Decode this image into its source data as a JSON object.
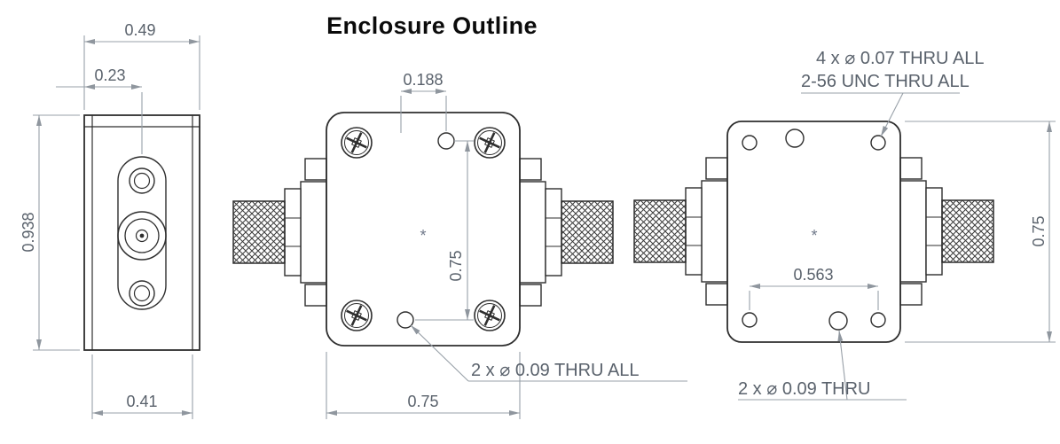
{
  "title": "Enclosure Outline",
  "end_view": {
    "dim_top_width": "0.49",
    "dim_connector_offset": "0.23",
    "dim_height": "0.938",
    "dim_bottom_width": "0.41"
  },
  "front_view": {
    "dim_hole_offset": "0.188",
    "dim_hole_spacing_vertical": "0.75",
    "dim_body_width": "0.75",
    "note_thru_holes": "2 x ⌀ 0.09 THRU ALL",
    "center_mark": "*"
  },
  "back_view": {
    "note_tapped_holes_line1": "4 x ⌀ 0.07 THRU ALL",
    "note_tapped_holes_line2": "2-56 UNC  THRU ALL",
    "dim_hole_spacing_horizontal": "0.563",
    "dim_body_height": "0.75",
    "note_thru_holes": "2 x ⌀ 0.09 THRU",
    "center_mark": "*"
  }
}
